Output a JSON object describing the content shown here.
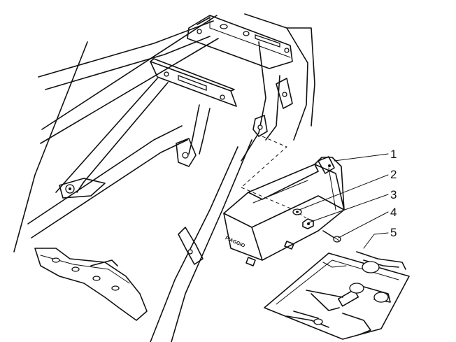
{
  "callouts": [
    "1",
    "2",
    "3",
    "4",
    "5"
  ],
  "box_brand_text": "PIAGGIO"
}
